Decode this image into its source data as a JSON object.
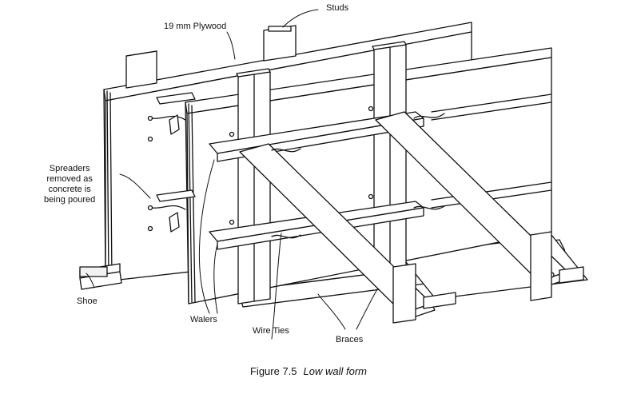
{
  "labels": {
    "studs": "Studs",
    "plywood": "19 mm Plywood",
    "spreaders": "Spreaders\nremoved as\nconcrete is\nbeing poured",
    "shoe": "Shoe",
    "walers": "Walers",
    "wire_ties": "Wire Ties",
    "braces": "Braces"
  },
  "caption": {
    "number": "Figure 7.5",
    "title": "Low wall form"
  }
}
